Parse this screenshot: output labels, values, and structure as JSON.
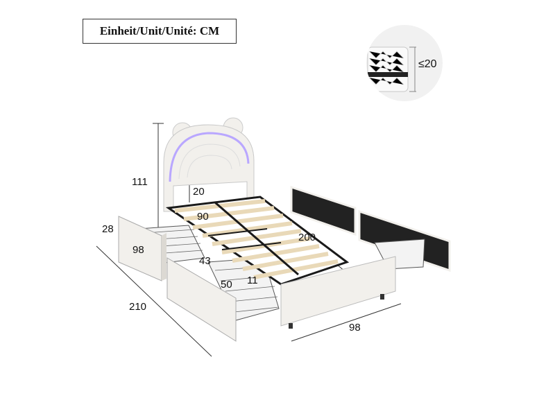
{
  "unit_label": "Einheit/Unit/Unité: CM",
  "mattress": {
    "thickness_label": "≤20"
  },
  "dimensions": {
    "headboard_height": "111",
    "headboard_panel": "20",
    "slat_width": "90",
    "length": "200",
    "drawer_height": "28",
    "drawer_length": "98",
    "drawer_depth": "43",
    "drawer_width": "50",
    "drawer_gap": "11",
    "total_length": "210",
    "total_width": "98"
  },
  "colors": {
    "upholstery": "#f2f0ec",
    "frame": "#1a1a1a",
    "slat": "#e9d9b8",
    "led": "#b9a7ff"
  }
}
